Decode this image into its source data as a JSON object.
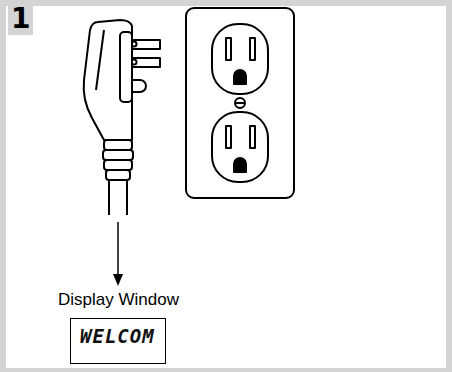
{
  "diagram": {
    "nodes": [
      {
        "text": [
          "Display Window",
          "WELCOM"
        ]
      }
    ],
    "labels": [
      "1"
    ]
  }
}
